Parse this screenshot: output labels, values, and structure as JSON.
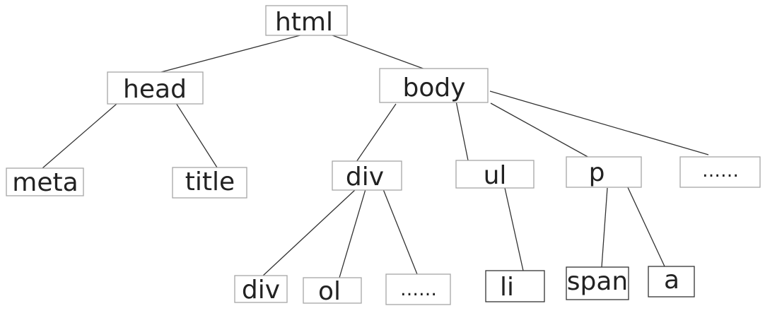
{
  "tree": {
    "nodes": [
      {
        "id": "html",
        "label": "html",
        "icon": null
      },
      {
        "id": "head",
        "label": "head"
      },
      {
        "id": "body",
        "label": "body"
      },
      {
        "id": "meta",
        "label": "meta"
      },
      {
        "id": "title",
        "label": "title"
      },
      {
        "id": "div1",
        "label": "div"
      },
      {
        "id": "ul",
        "label": "ul"
      },
      {
        "id": "p",
        "label": "p"
      },
      {
        "id": "more_body",
        "label": "……"
      },
      {
        "id": "div2",
        "label": "div"
      },
      {
        "id": "ol",
        "label": "ol"
      },
      {
        "id": "more_div",
        "label": "……"
      },
      {
        "id": "li",
        "label": "li"
      },
      {
        "id": "span",
        "label": "span"
      },
      {
        "id": "a",
        "label": "a"
      }
    ],
    "edges": [
      [
        "html",
        "head"
      ],
      [
        "html",
        "body"
      ],
      [
        "head",
        "meta"
      ],
      [
        "head",
        "title"
      ],
      [
        "body",
        "div1"
      ],
      [
        "body",
        "ul"
      ],
      [
        "body",
        "p"
      ],
      [
        "body",
        "more_body"
      ],
      [
        "div1",
        "div2"
      ],
      [
        "div1",
        "ol"
      ],
      [
        "div1",
        "more_div"
      ],
      [
        "ul",
        "li"
      ],
      [
        "p",
        "span"
      ],
      [
        "p",
        "a"
      ]
    ]
  }
}
